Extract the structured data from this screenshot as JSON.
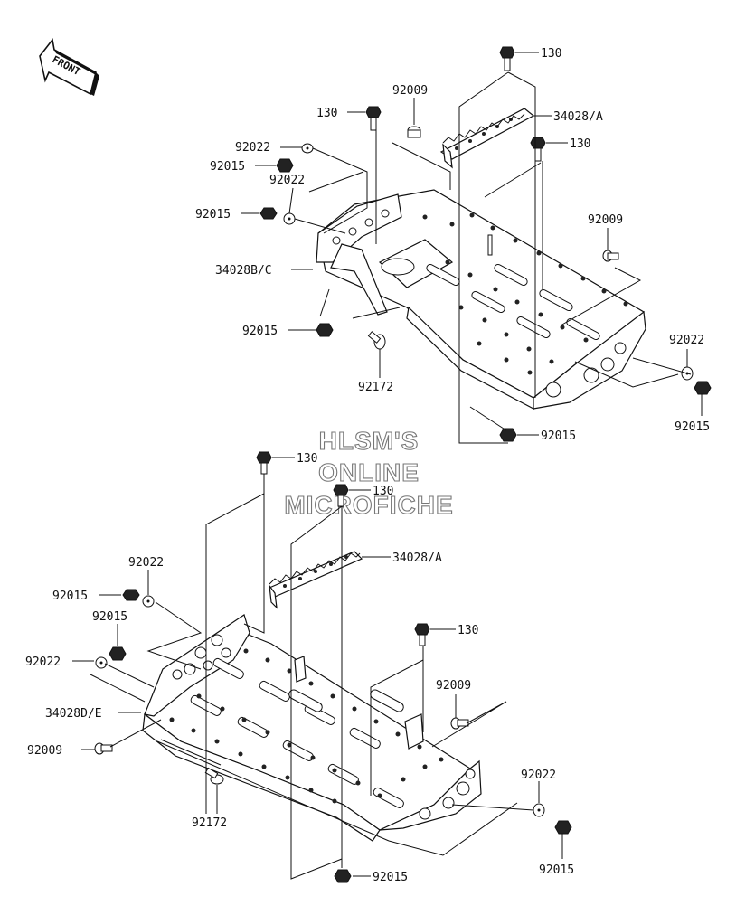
{
  "front_arrow": {
    "text": "FRONT"
  },
  "watermark": {
    "line1": "HLSM'S",
    "line2": "ONLINE",
    "line3": "MICROFICHE"
  },
  "upper_assembly": {
    "callouts": {
      "bolt_top": "130",
      "bolt_left": "130",
      "bolt_right": "130",
      "screw_top": "92009",
      "screw_right": "92009",
      "washer_1": "92022",
      "nut_1": "92015",
      "washer_2": "92022",
      "nut_2": "92015",
      "bracket": "34028B/C",
      "nut_3": "92015",
      "screw_bottom": "92172",
      "footrest": "34028/A",
      "washer_right": "92022",
      "nut_right": "92015",
      "nut_bottom": "92015"
    }
  },
  "lower_assembly": {
    "callouts": {
      "bolt_1": "130",
      "bolt_2": "130",
      "bolt_3": "130",
      "footrest": "34028/A",
      "washer_1": "92022",
      "nut_1": "92015",
      "nut_2": "92015",
      "washer_2": "92022",
      "bracket": "34028D/E",
      "screw_left": "92009",
      "screw_right": "92009",
      "screw_bottom": "92172",
      "washer_right": "92022",
      "nut_right": "92015",
      "nut_bottom": "92015"
    }
  }
}
